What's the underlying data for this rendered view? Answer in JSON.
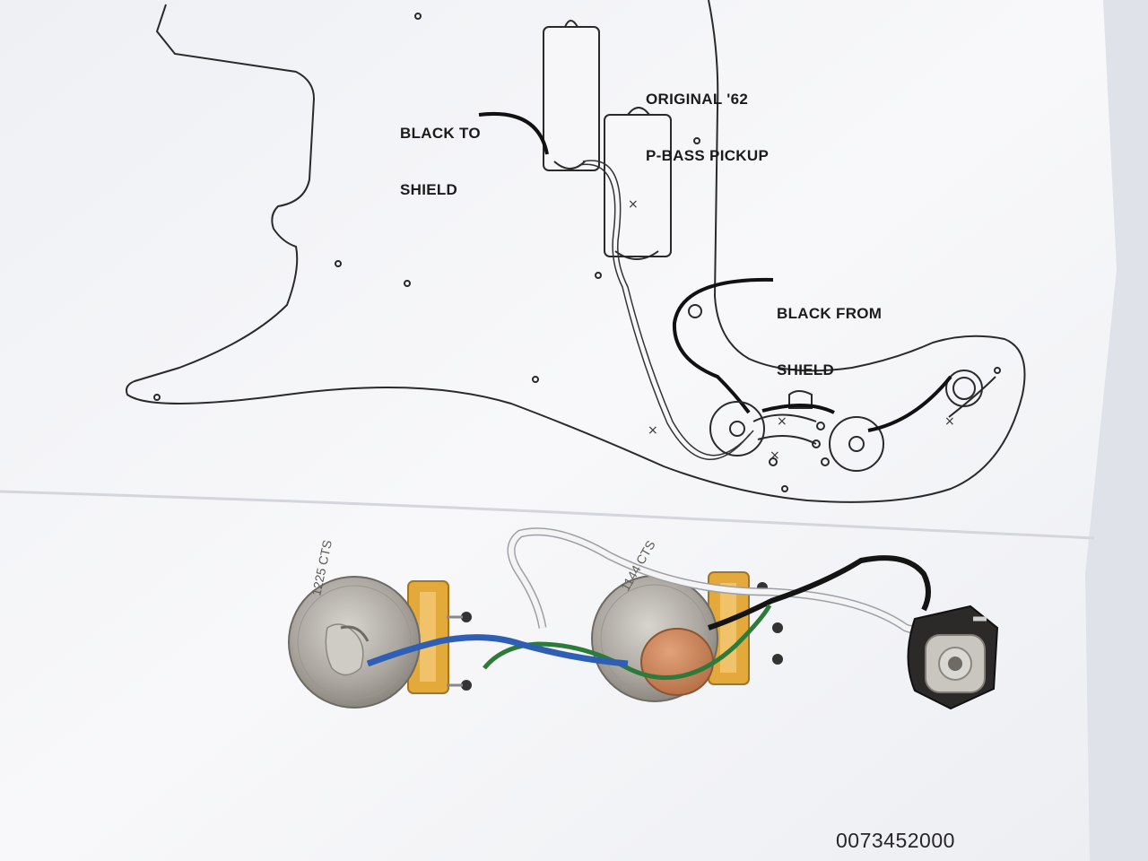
{
  "diagram": {
    "labels": {
      "black_to_shield": [
        "BLACK TO",
        "SHIELD"
      ],
      "original_pickup": [
        "ORIGINAL '62",
        "P-BASS PICKUP"
      ],
      "black_from_shield": [
        "BLACK FROM",
        "SHIELD"
      ]
    },
    "part_number": "0073452000"
  },
  "harness": {
    "pot1_text": "1225 CTS",
    "pot2_text": "1144 CTS"
  },
  "colors": {
    "paper": "#f6f6f8",
    "line": "#2a2a2a",
    "wire_blue": "#2f5fb4",
    "wire_green": "#2d7b3a",
    "wire_white": "#f2f2f2",
    "wire_black": "#141414",
    "pot_metal": "#b7b4ae",
    "pot_board": "#e3a93a",
    "capacitor": "#c98858"
  }
}
